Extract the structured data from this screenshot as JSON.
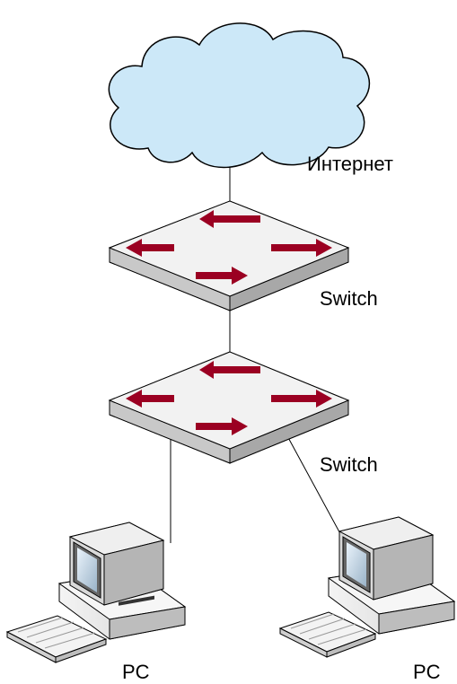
{
  "diagram": {
    "labels": {
      "internet": "Интернет",
      "switch_top": "Switch",
      "switch_bottom": "Switch",
      "pc_left": "PC",
      "pc_right": "PC"
    }
  }
}
